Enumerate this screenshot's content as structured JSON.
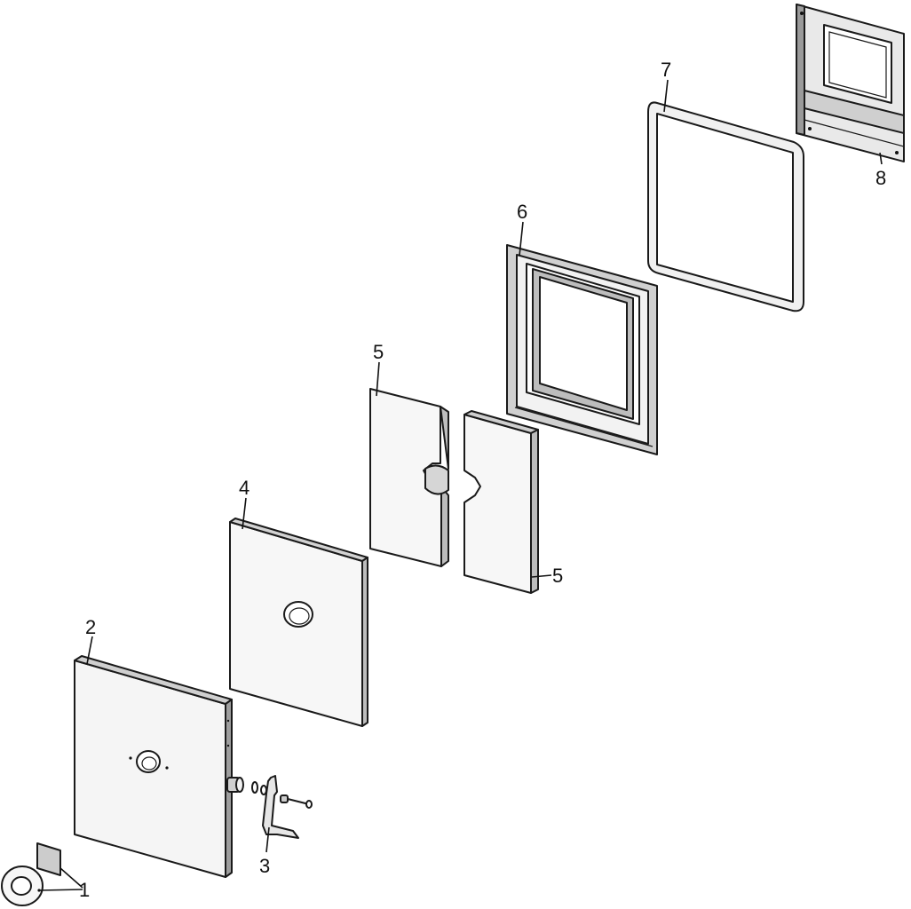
{
  "labels": {
    "p1": "1",
    "p2": "2",
    "p3": "3",
    "p4": "4",
    "p5a": "5",
    "p5b": "5",
    "p6": "6",
    "p7": "7",
    "p8": "8"
  }
}
